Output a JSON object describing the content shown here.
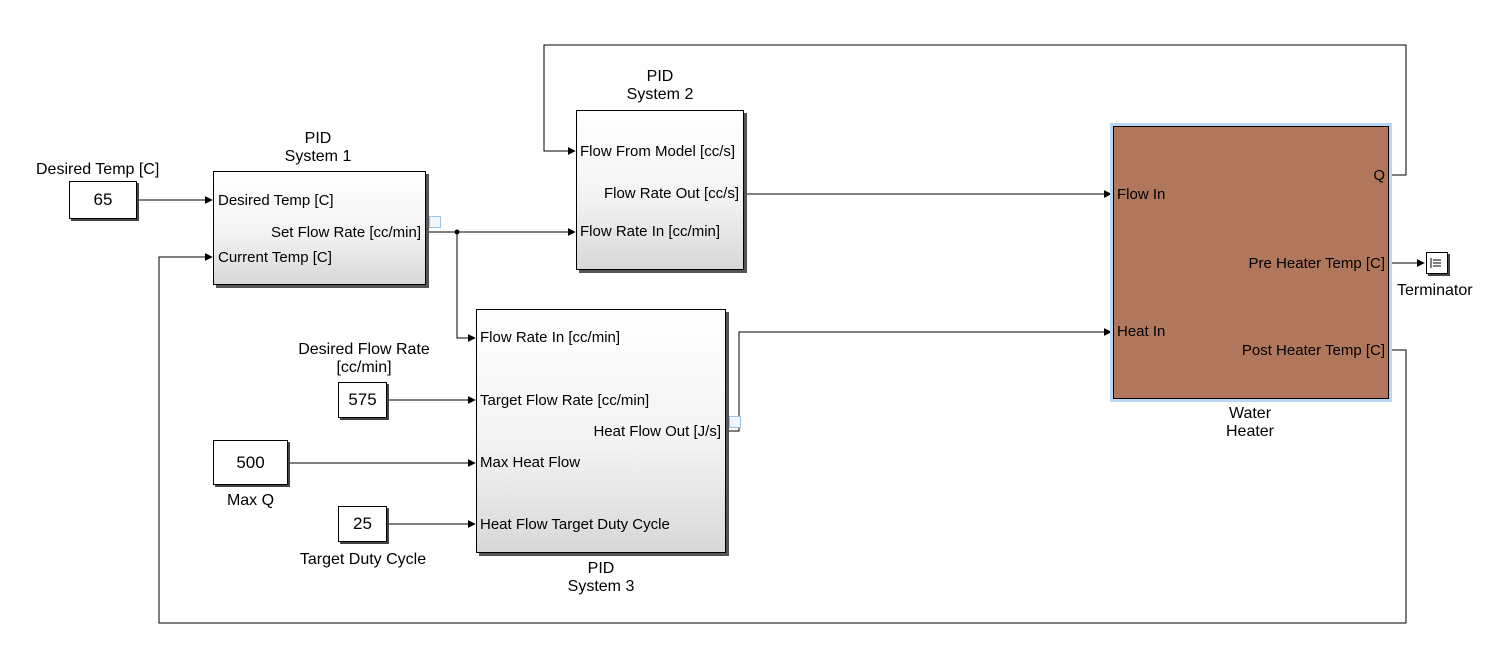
{
  "blocks": {
    "const_desired_temp": {
      "value": "65",
      "label": "Desired Temp [C]"
    },
    "const_desired_flow": {
      "value": "575",
      "label_line1": "Desired Flow Rate",
      "label_line2": "[cc/min]"
    },
    "const_max_q": {
      "value": "500",
      "label": "Max Q"
    },
    "const_duty_cycle": {
      "value": "25",
      "label": "Target Duty Cycle"
    },
    "pid1": {
      "title_line1": "PID",
      "title_line2": "System 1",
      "in_desired_temp": "Desired Temp [C]",
      "in_current_temp": "Current Temp [C]",
      "out_set_flow": "Set Flow Rate [cc/min]"
    },
    "pid2": {
      "title_line1": "PID",
      "title_line2": "System 2",
      "in_flow_from_model": "Flow From Model [cc/s]",
      "in_flow_rate": "Flow Rate In [cc/min]",
      "out_flow_rate": "Flow Rate Out [cc/s]"
    },
    "pid3": {
      "title_line1": "PID",
      "title_line2": "System 3",
      "in_flow_rate": "Flow Rate In [cc/min]",
      "in_target_flow": "Target Flow Rate [cc/min]",
      "in_max_heat": "Max Heat Flow",
      "in_duty_cycle": "Heat Flow Target Duty Cycle",
      "out_heat_flow": "Heat Flow Out [J/s]"
    },
    "water_heater": {
      "title_line1": "Water",
      "title_line2": "Heater",
      "in_flow": "Flow In",
      "in_heat": "Heat In",
      "out_q": "Q",
      "out_pre_temp": "Pre Heater Temp [C]",
      "out_post_temp": "Post Heater Temp [C]"
    },
    "terminator": {
      "label": "Terminator"
    }
  },
  "colors": {
    "heater_fill": "#b0775c",
    "heater_highlight": "#b9d6f2",
    "line": "#000000"
  }
}
